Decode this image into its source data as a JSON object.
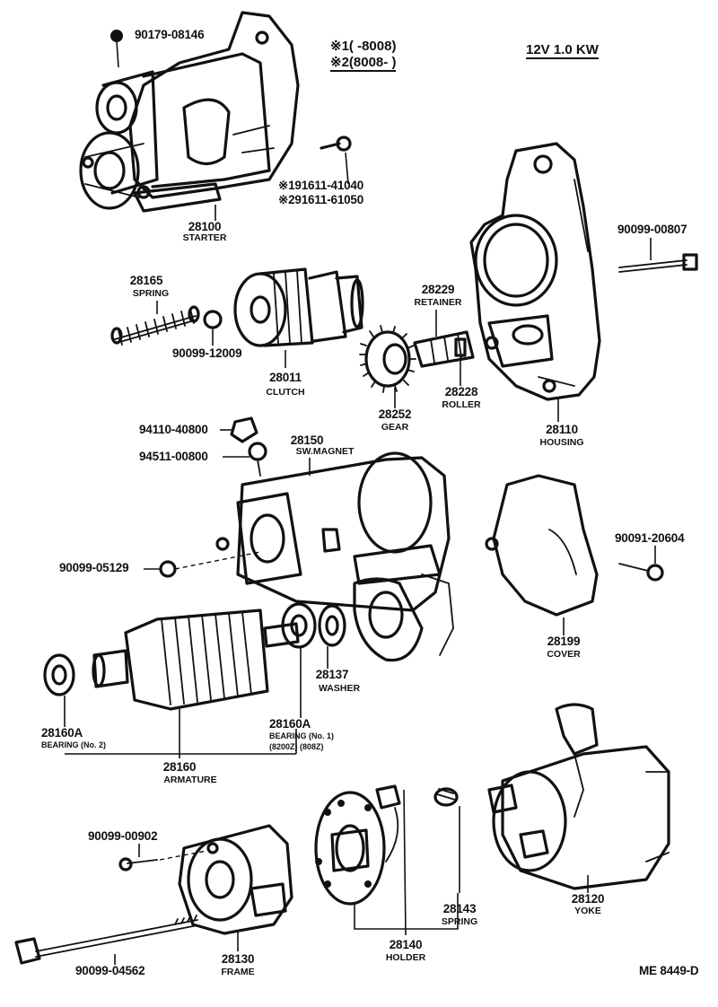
{
  "header": {
    "variant_1": "※1(       -8008)",
    "variant_2": "※2(8008-       )",
    "rating": "12V 1.0 KW"
  },
  "parts": [
    {
      "id": "starter",
      "number": "28100",
      "name": "STARTER"
    },
    {
      "id": "nut-top",
      "number": "90179-08146"
    },
    {
      "id": "bolt-starter",
      "number_1": "※191611-41040",
      "number_2": "※291611-61050"
    },
    {
      "id": "spring",
      "number": "28165",
      "name": "SPRING"
    },
    {
      "id": "ball",
      "number": "90099-12009"
    },
    {
      "id": "clutch",
      "number": "28011",
      "name": "CLUTCH"
    },
    {
      "id": "retainer",
      "number": "28229",
      "name": "RETAINER"
    },
    {
      "id": "roller",
      "number": "28228",
      "name": "ROLLER"
    },
    {
      "id": "gear",
      "number": "28252",
      "name": "GEAR"
    },
    {
      "id": "housing",
      "number": "28110",
      "name": "HOUSING"
    },
    {
      "id": "bolt-housing",
      "number": "90099-00807"
    },
    {
      "id": "nut-terminal",
      "number": "94110-40800"
    },
    {
      "id": "washer-terminal",
      "number": "94511-00800"
    },
    {
      "id": "sw-magnet",
      "number": "28150",
      "name": "SW.MAGNET"
    },
    {
      "id": "nut-magnet",
      "number": "90099-05129"
    },
    {
      "id": "cover",
      "number": "28199",
      "name": "COVER"
    },
    {
      "id": "screw-cover",
      "number": "90091-20604"
    },
    {
      "id": "washer",
      "number": "28137",
      "name": "WASHER"
    },
    {
      "id": "bearing-2",
      "number": "28160A",
      "name": "BEARING (No. 2)"
    },
    {
      "id": "bearing-1",
      "number": "28160A",
      "name": "BEARING (No. 1)",
      "note": "(8200Z) (808Z)"
    },
    {
      "id": "armature",
      "number": "28160",
      "name": "ARMATURE"
    },
    {
      "id": "screw-frame",
      "number": "90099-00902"
    },
    {
      "id": "bolt-through",
      "number": "90099-04562"
    },
    {
      "id": "frame",
      "number": "28130",
      "name": "FRAME"
    },
    {
      "id": "holder",
      "number": "28140",
      "name": "HOLDER"
    },
    {
      "id": "brush-spring",
      "number": "28143",
      "name": "SPRING"
    },
    {
      "id": "yoke",
      "number": "28120",
      "name": "YOKE"
    }
  ],
  "footer": {
    "code": "ME 8449-D"
  }
}
